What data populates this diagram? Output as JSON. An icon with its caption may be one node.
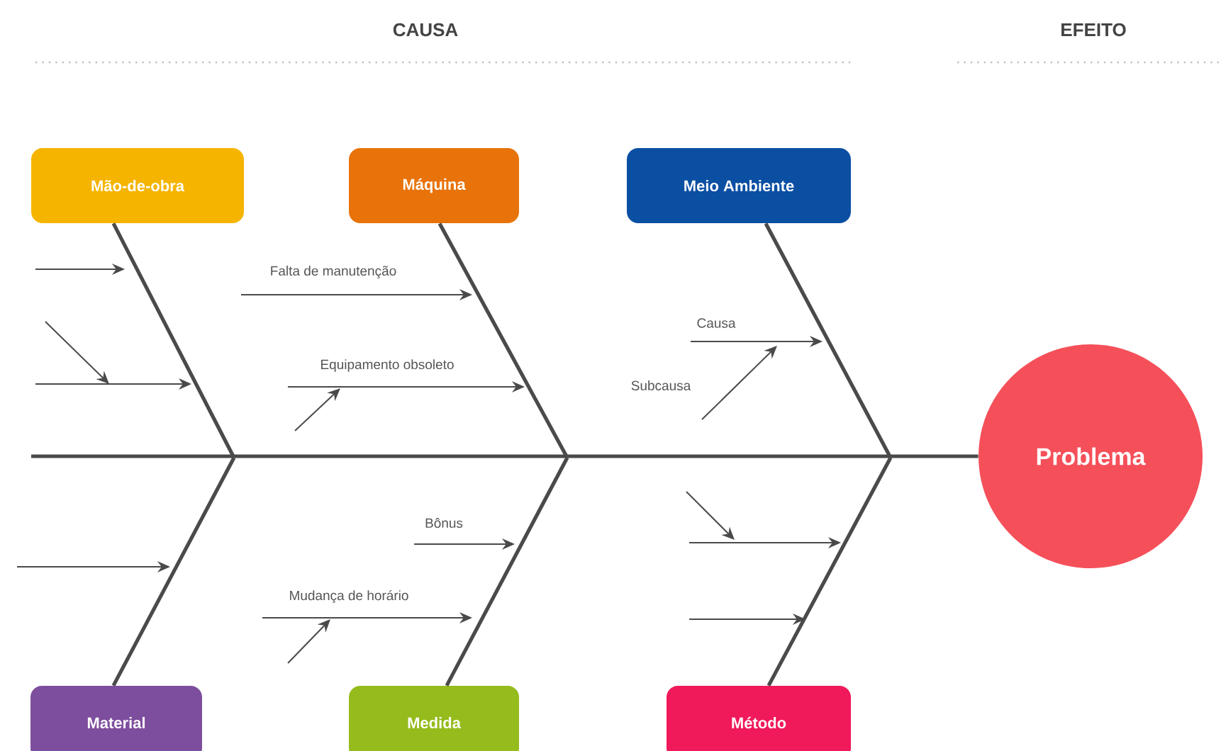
{
  "diagram": {
    "nodes": [
      {
        "text": [
          "Mão-de-obra"
        ]
      },
      {
        "text": [
          "Máquina"
        ]
      },
      {
        "text": [
          "Meio Ambiente"
        ]
      },
      {
        "text": [
          "Material"
        ]
      },
      {
        "text": [
          "Medida"
        ]
      },
      {
        "text": [
          "Método"
        ]
      },
      {
        "text": [
          "Problema"
        ]
      }
    ],
    "edges": [
      {
        "from": null,
        "to": 6,
        "arrow": "none"
      },
      {
        "from": 0,
        "to": null,
        "arrow": "none"
      },
      {
        "from": 1,
        "to": null,
        "arrow": "none"
      },
      {
        "from": 2,
        "to": null,
        "arrow": "none"
      },
      {
        "from": 3,
        "to": null,
        "arrow": "none"
      },
      {
        "from": 4,
        "to": null,
        "arrow": "none"
      },
      {
        "from": 5,
        "to": null,
        "arrow": "none"
      }
    ],
    "labels": [
      "CAUSA",
      "EFEITO",
      "Falta de manutenção",
      "Causa",
      "Equipamento obsoleto",
      "Subcausa",
      "Bônus",
      "Mudança de horário"
    ]
  }
}
